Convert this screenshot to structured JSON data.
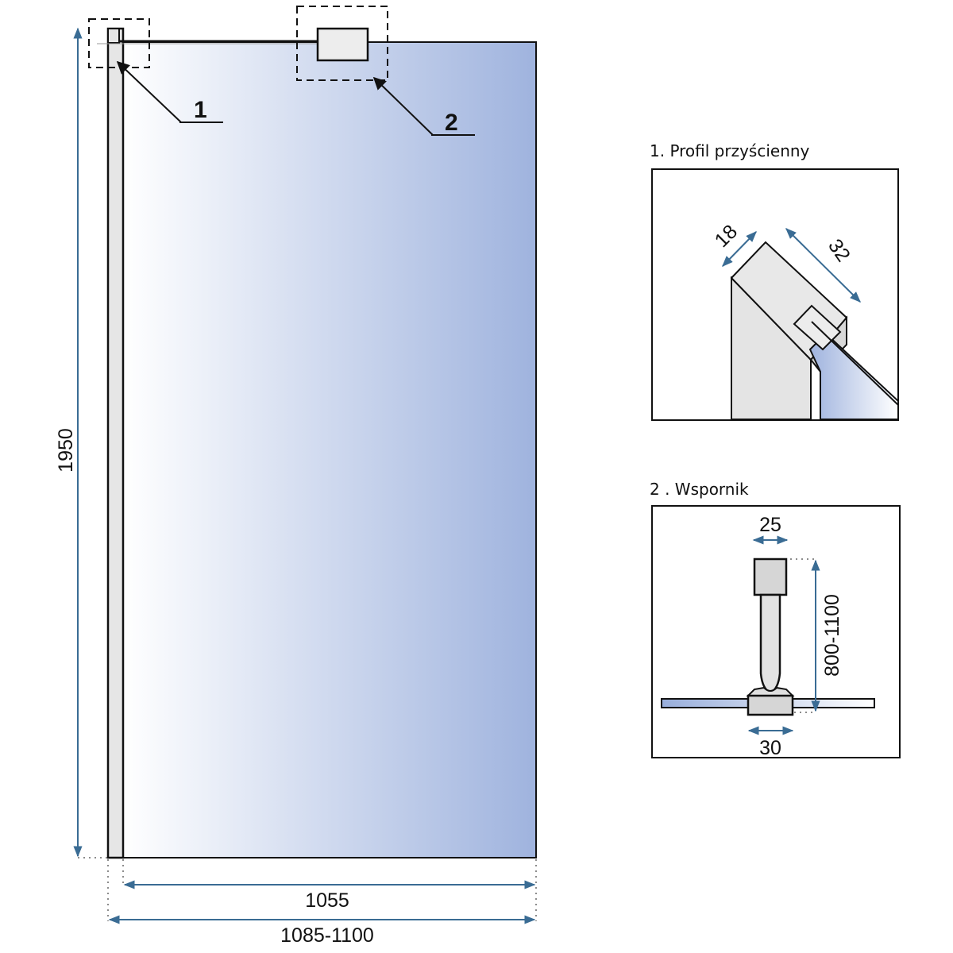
{
  "main_view": {
    "height_label": "1950",
    "glass_width_label": "1055",
    "total_width_label": "1085-1100",
    "callout_1": "1",
    "callout_2": "2"
  },
  "detail_1": {
    "title": "1.  Profil przyścienny",
    "dim_depth": "18",
    "dim_width": "32"
  },
  "detail_2": {
    "title": "2 . Wspornik",
    "dim_top": "25",
    "dim_length": "800-1100",
    "dim_bottom": "30"
  },
  "colors": {
    "glass_light": "#ffffff",
    "glass_dark": "#9fb3de",
    "dimension": "#3a6c94",
    "metal": "#e2e2e2",
    "outline": "#111111"
  }
}
